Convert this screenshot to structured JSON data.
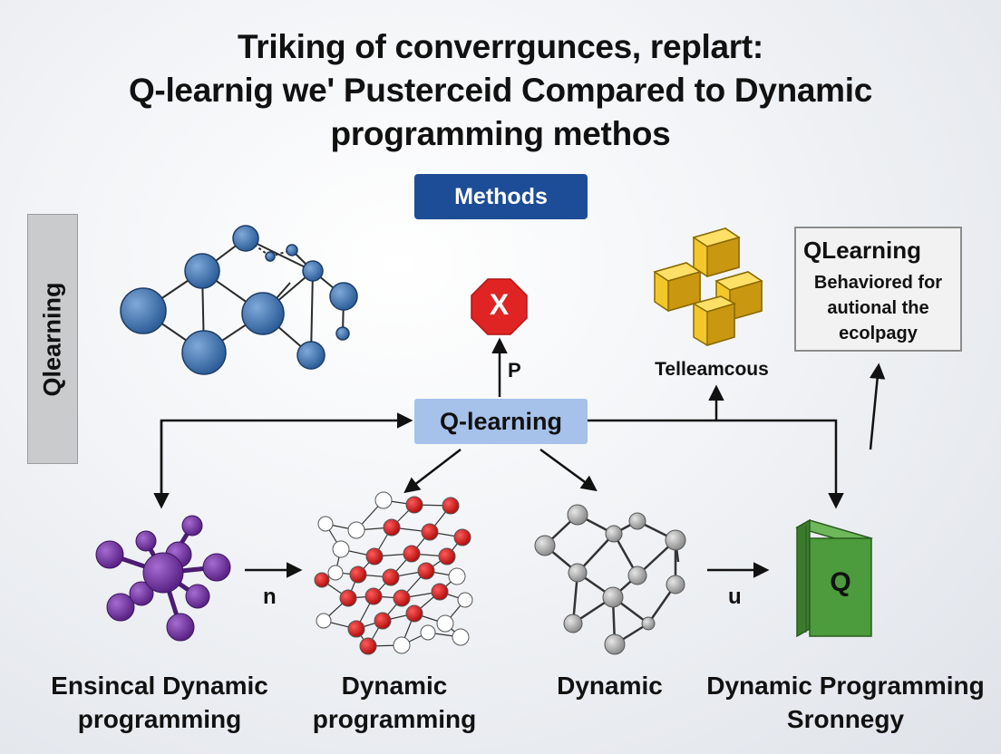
{
  "title": {
    "line1": "Triking of converrgunces, replart:",
    "line2": "Q-learnig we' Pusterceid Compared to Dynamic",
    "line3": "programming methos"
  },
  "methods_badge": "Methods",
  "side_label": "Qlearning",
  "qlearning_box": {
    "heading": "QLearning",
    "body_line1": "Behaviored for",
    "body_line2": "autional the",
    "body_line3": "ecolpagy"
  },
  "center_node": "Q-learning",
  "error_icon_glyph": "X",
  "arrow_labels": {
    "up": "P",
    "left_bottom": "n",
    "right_bottom": "u"
  },
  "cube_label": "Telleamcous",
  "book_glyph": "Q",
  "bottom_labels": {
    "item1_line1": "Ensincal Dynamic",
    "item1_line2": "programming",
    "item2_line1": "Dynamic",
    "item2_line2": "programming",
    "item3_line1": "Dynamic",
    "item4_line1": "Dynamic Programming",
    "item4_line2": "Sronnegy"
  },
  "colors": {
    "methods_bg": "#1d4d97",
    "center_node_bg": "#a6c1ea",
    "network_blue": "#3f77b8",
    "molecule_purple": "#7a3aa8",
    "node_red": "#d81f1f",
    "node_gray": "#a9a9a9",
    "cube_yellow": "#e8b81c",
    "book_green": "#4c9b3c",
    "error_red": "#e02424"
  }
}
